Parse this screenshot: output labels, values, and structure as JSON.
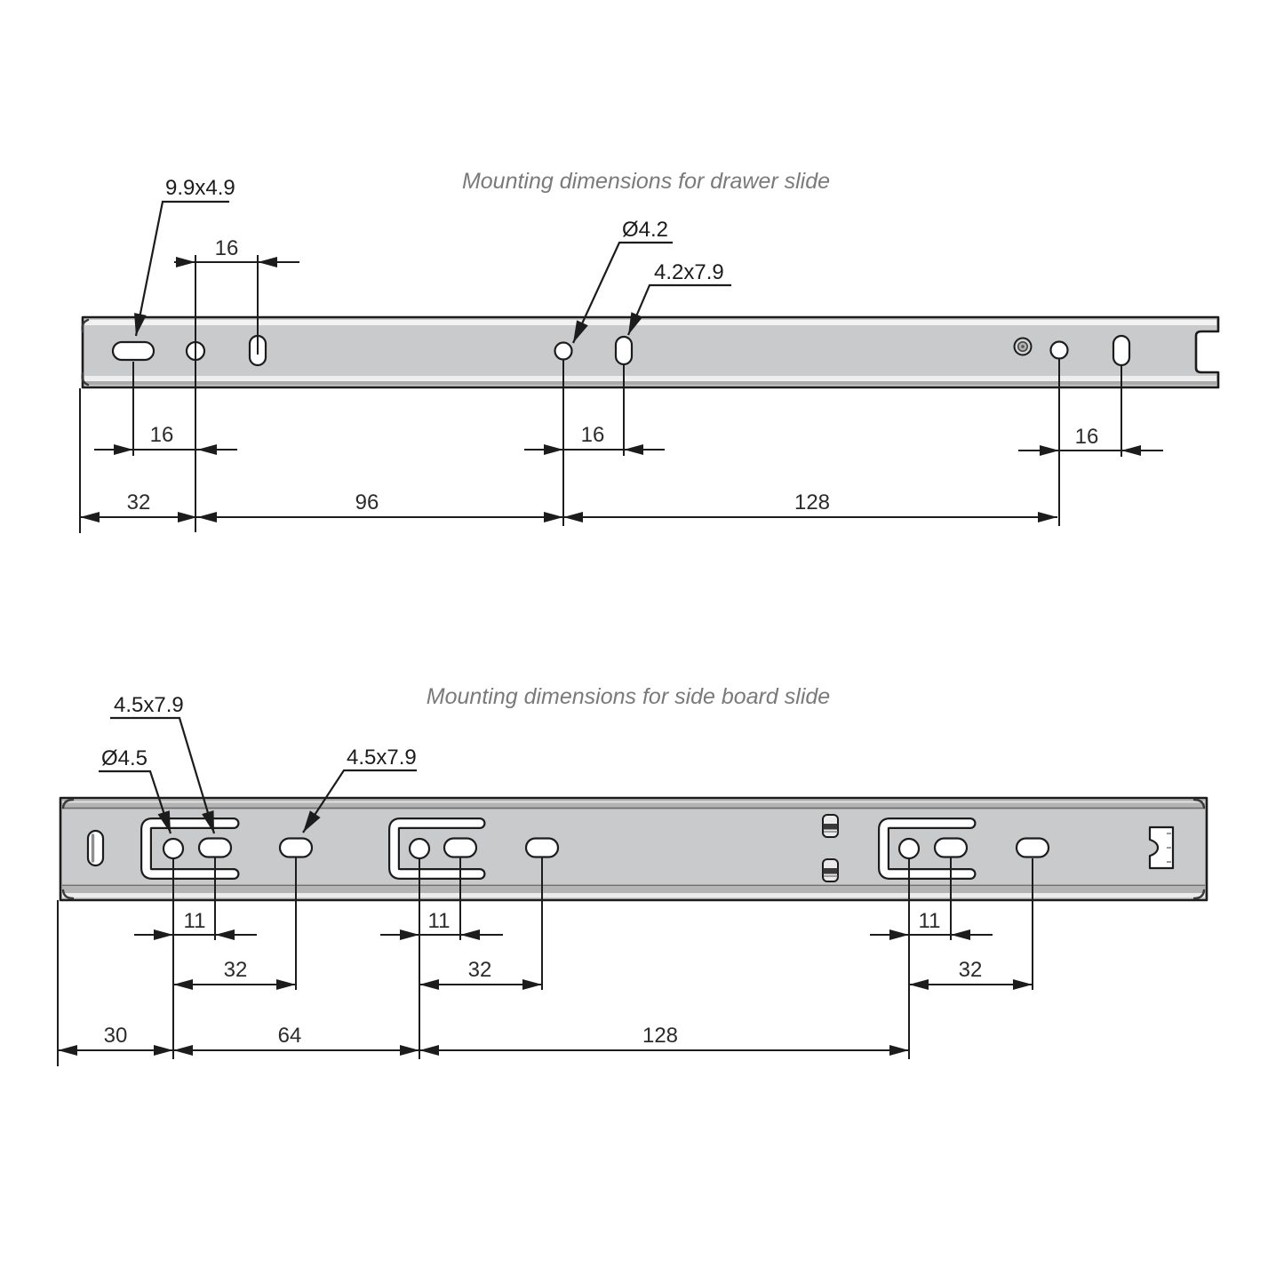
{
  "drawer_slide": {
    "title": "Mounting dimensions for drawer slide",
    "callouts": {
      "end_slot": "9.9x4.9",
      "round_hole": "Ø4.2",
      "vertical_slot": "4.2x7.9"
    },
    "dims": {
      "hole_pitch": "16",
      "start_offset": "32",
      "mid_span": "96",
      "right_span": "128"
    }
  },
  "sideboard_slide": {
    "title": "Mounting dimensions for side board slide",
    "callouts": {
      "bracket_slot": "4.5x7.9",
      "round_hole": "Ø4.5",
      "outer_slot": "4.5x7.9"
    },
    "dims": {
      "hole_pitch": "11",
      "slot_pitch": "32",
      "start_offset": "30",
      "mid_span": "64",
      "right_span": "128"
    }
  },
  "colors": {
    "line": "#1c1c1c",
    "rail_fill": "#c9cacb",
    "rail_shadow": "#b2b2b2",
    "highlight": "#f2f2f2",
    "title_text": "#7a7a7a"
  }
}
